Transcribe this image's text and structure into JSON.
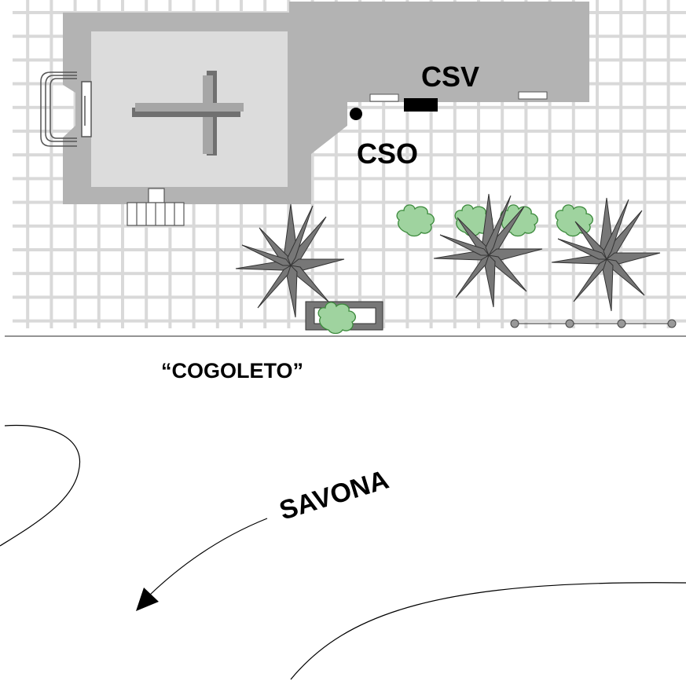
{
  "labels": {
    "csv": "CSV",
    "cso": "CSO",
    "cogoleto": "“COGOLETO”",
    "savona": "SAVONA"
  },
  "colors": {
    "background": "#ffffff",
    "grid_line": "#d9d9d9",
    "building_outer": "#b3b3b3",
    "building_inner": "#dcdcdc",
    "cross_shadow": "#707070",
    "cross_light": "#a6a6a6",
    "palm_fill": "#777777",
    "shrub_fill": "#9fd39f",
    "shrub_stroke": "#3c8a3c",
    "marker": "#000000",
    "line": "#000000"
  },
  "icons": {
    "palm": "palm-tree-icon",
    "shrub": "shrub-icon",
    "cso_marker": "filled-circle-icon",
    "csv_marker": "black-rectangle-icon",
    "arrow": "arrow-head-icon"
  }
}
